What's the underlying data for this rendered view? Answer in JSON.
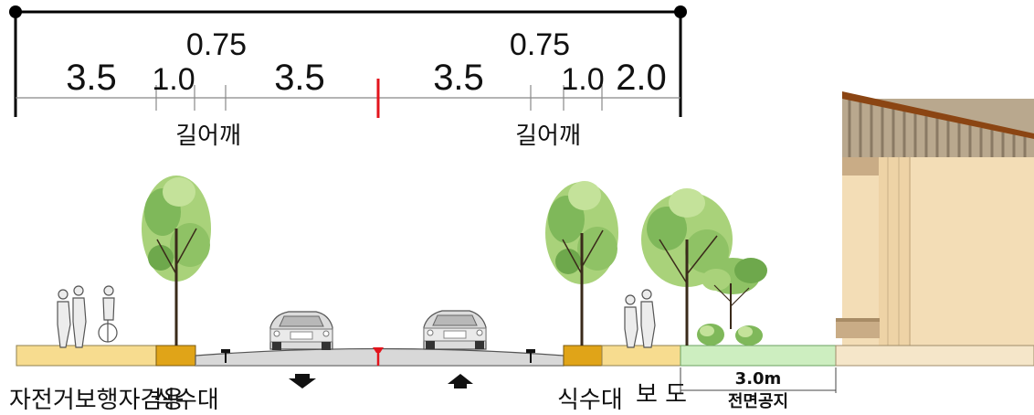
{
  "dimensions": {
    "left_sidewalk": "3.5",
    "left_planting": "1.0",
    "left_shoulder": "0.75",
    "left_lane": "3.5",
    "right_lane": "3.5",
    "right_shoulder": "0.75",
    "right_planting": "1.0",
    "right_sidewalk": "2.0"
  },
  "shoulder_labels": {
    "left": "길어깨",
    "right": "길어깨"
  },
  "ground_labels": {
    "bike_ped": "자전거보행자겸용",
    "planting_left": "식수대",
    "planting_right": "식수대",
    "sidewalk": "보 도"
  },
  "front_space": {
    "width": "3.0m",
    "label": "전면공지"
  },
  "colors": {
    "sidewalk": "#f7dc8f",
    "planter": "#e0a418",
    "front_space": "#cdeec0",
    "building_base": "#f5e6c9",
    "center_line": "#e3141c",
    "road": "#cfcfcf"
  }
}
